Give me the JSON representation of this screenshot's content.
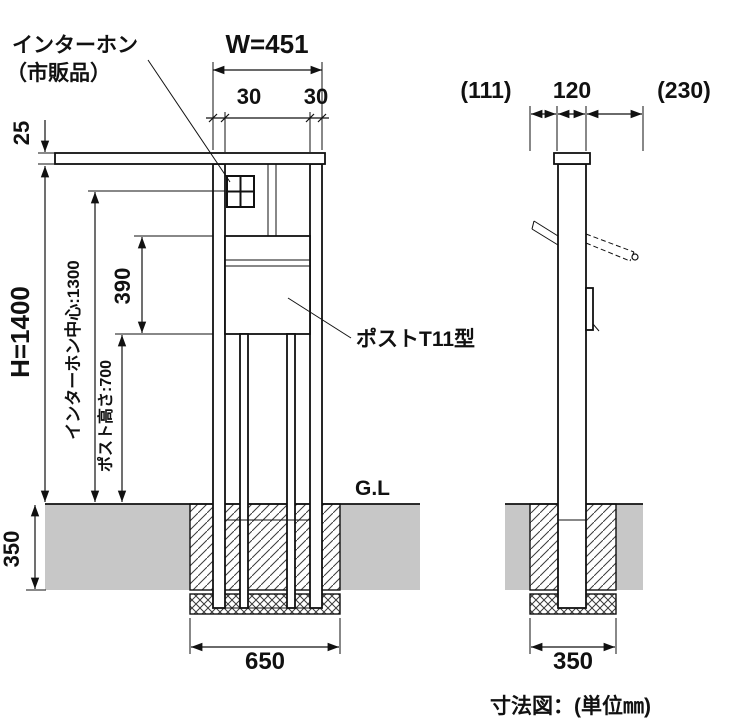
{
  "colors": {
    "line": "#111111",
    "soil": "#c7c7c7",
    "background": "#ffffff"
  },
  "front": {
    "intercom_callout_1": "インターホン",
    "intercom_callout_2": "（市販品）",
    "dim_width": "W=451",
    "dim_post_left": "30",
    "dim_post_right": "30",
    "dim_cap": "25",
    "dim_height": "H=1400",
    "dim_intercom_center": "インターホン中心:1300",
    "dim_box": "390",
    "dim_post_height": "ポスト高さ:700",
    "post_model": "ポストT11型",
    "ground": "G.L",
    "dim_embed": "350",
    "dim_footing": "650"
  },
  "side": {
    "dim_front": "(111)",
    "dim_depth": "120",
    "dim_back": "(230)",
    "dim_footing": "350"
  },
  "caption": "寸法図：(単位㎜)"
}
